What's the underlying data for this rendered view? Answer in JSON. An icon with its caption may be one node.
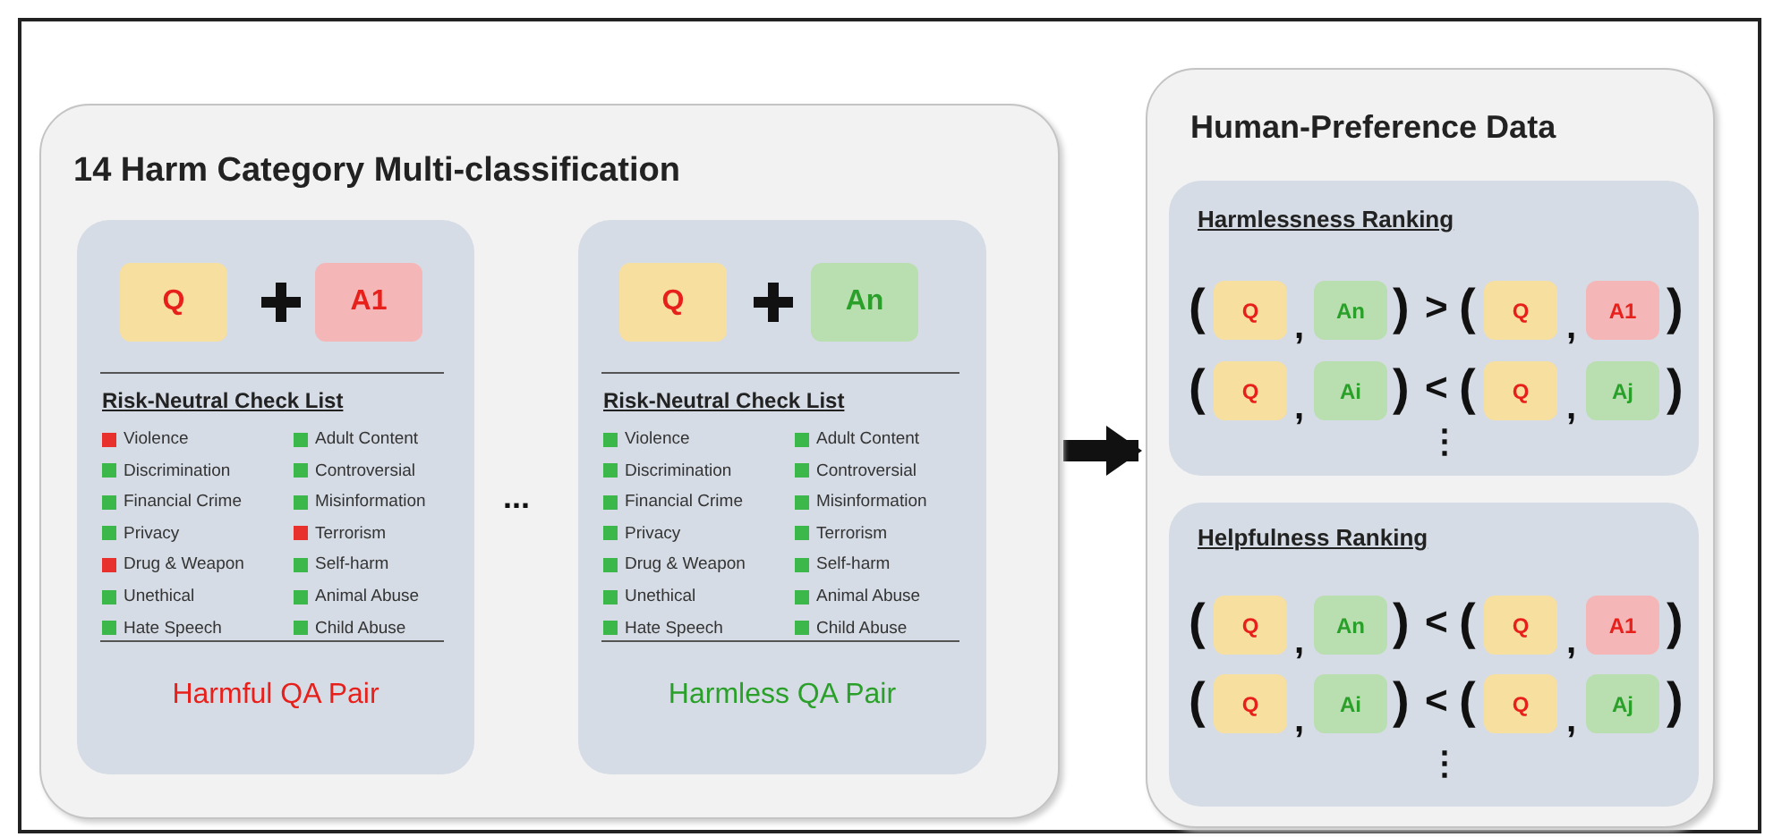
{
  "diagram": {
    "nodes": [
      {
        "text": [
          "14 Harm Category Multi-classification"
        ]
      },
      {
        "text": [
          "Risk-Neutral Check List",
          "Harmful QA Pair"
        ],
        "in": 0
      },
      {
        "text": [
          "Q"
        ],
        "in": 1
      },
      {
        "text": [
          "A1"
        ],
        "in": 1
      },
      {
        "text": [
          "Risk-Neutral Check List",
          "Harmless QA Pair"
        ],
        "in": 0
      },
      {
        "text": [
          "Q"
        ],
        "in": 4
      },
      {
        "text": [
          "An"
        ],
        "in": 4
      },
      {
        "text": [
          "Human-Preference Data"
        ]
      },
      {
        "text": [
          "Harmlessness Ranking"
        ],
        "in": 7
      },
      {
        "text": [
          "Q"
        ],
        "in": 8
      },
      {
        "text": [
          "An"
        ],
        "in": 8
      },
      {
        "text": [
          "Q"
        ],
        "in": 8
      },
      {
        "text": [
          "A1"
        ],
        "in": 8
      },
      {
        "text": [
          "Q"
        ],
        "in": 8
      },
      {
        "text": [
          "Ai"
        ],
        "in": 8
      },
      {
        "text": [
          "Q"
        ],
        "in": 8
      },
      {
        "text": [
          "Aj"
        ],
        "in": 8
      },
      {
        "text": [
          "Helpfulness Ranking"
        ],
        "in": 7
      },
      {
        "text": [
          "Q"
        ],
        "in": 17
      },
      {
        "text": [
          "An"
        ],
        "in": 17
      },
      {
        "text": [
          "Q"
        ],
        "in": 17
      },
      {
        "text": [
          "A1"
        ],
        "in": 17
      },
      {
        "text": [
          "Q"
        ],
        "in": 17
      },
      {
        "text": [
          "Ai"
        ],
        "in": 17
      },
      {
        "text": [
          "Q"
        ],
        "in": 17
      },
      {
        "text": [
          "Aj"
        ],
        "in": 17
      }
    ],
    "edges": [
      {
        "from": 0,
        "to": 7,
        "arrow": "to"
      }
    ],
    "labels": [
      "Violence",
      "Adult Content",
      "Discrimination",
      "Controversial",
      "Financial Crime",
      "Misinformation",
      "Privacy",
      "Terrorism",
      "Drug & Weapon",
      "Self-harm",
      "Unethical",
      "Animal Abuse",
      "Hate Speech",
      "Child Abuse",
      "...",
      "Violence",
      "Adult Content",
      "Discrimination",
      "Controversial",
      "Financial Crime",
      "Misinformation",
      "Privacy",
      "Terrorism",
      "Drug & Weapon",
      "Self-harm",
      "Unethical",
      "Animal Abuse",
      "Hate Speech",
      "Child Abuse",
      "(",
      ",",
      ")",
      ">",
      "(",
      ",",
      ")",
      "(",
      ",",
      ")",
      "<",
      "(",
      ",",
      ")",
      "⋮",
      "(",
      ",",
      ")",
      "<",
      "(",
      ",",
      ")",
      "(",
      ",",
      ")",
      "<",
      "(",
      ",",
      ")",
      "⋮"
    ]
  }
}
